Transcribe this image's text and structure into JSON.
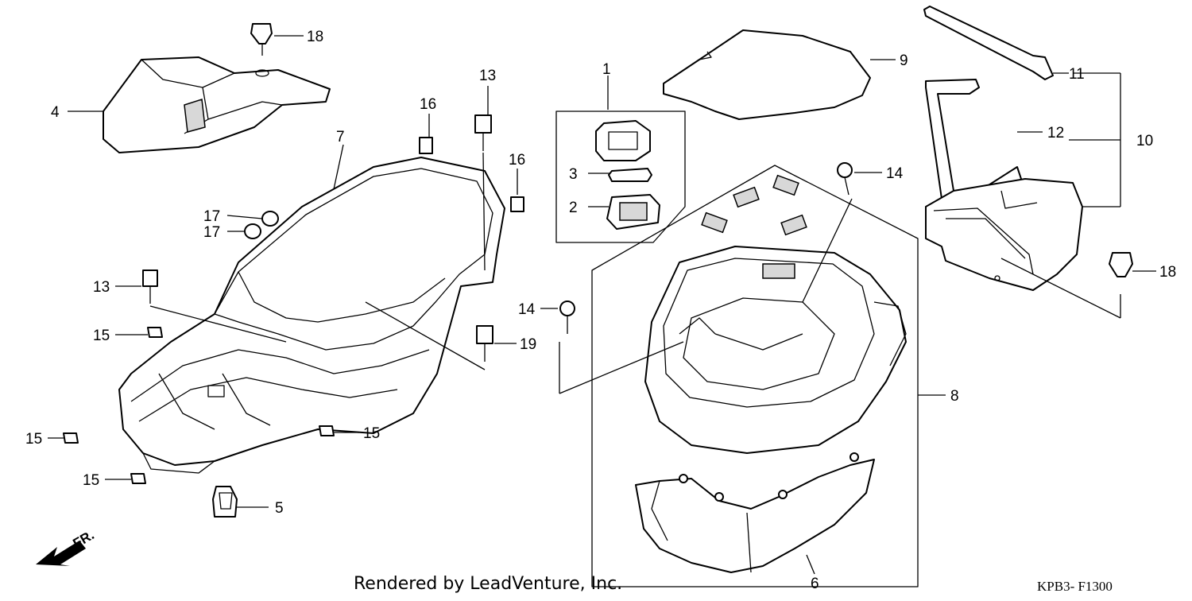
{
  "callouts": [
    {
      "id": "c1",
      "label": "1"
    },
    {
      "id": "c2",
      "label": "2"
    },
    {
      "id": "c3",
      "label": "3"
    },
    {
      "id": "c4",
      "label": "4"
    },
    {
      "id": "c5",
      "label": "5"
    },
    {
      "id": "c6",
      "label": "6"
    },
    {
      "id": "c7",
      "label": "7"
    },
    {
      "id": "c8",
      "label": "8"
    },
    {
      "id": "c9",
      "label": "9"
    },
    {
      "id": "c10",
      "label": "10"
    },
    {
      "id": "c11",
      "label": "11"
    },
    {
      "id": "c12",
      "label": "12"
    },
    {
      "id": "c13a",
      "label": "13"
    },
    {
      "id": "c13b",
      "label": "13"
    },
    {
      "id": "c14a",
      "label": "14"
    },
    {
      "id": "c14b",
      "label": "14"
    },
    {
      "id": "c15a",
      "label": "15"
    },
    {
      "id": "c15b",
      "label": "15"
    },
    {
      "id": "c15c",
      "label": "15"
    },
    {
      "id": "c15d",
      "label": "15"
    },
    {
      "id": "c16a",
      "label": "16"
    },
    {
      "id": "c16b",
      "label": "16"
    },
    {
      "id": "c17a",
      "label": "17"
    },
    {
      "id": "c17b",
      "label": "17"
    },
    {
      "id": "c18a",
      "label": "18"
    },
    {
      "id": "c18b",
      "label": "18"
    },
    {
      "id": "c19",
      "label": "19"
    }
  ],
  "front_indicator": "FR.",
  "credit": "Rendered by LeadVenture, Inc.",
  "diagram_code": "KPB3- F1300"
}
